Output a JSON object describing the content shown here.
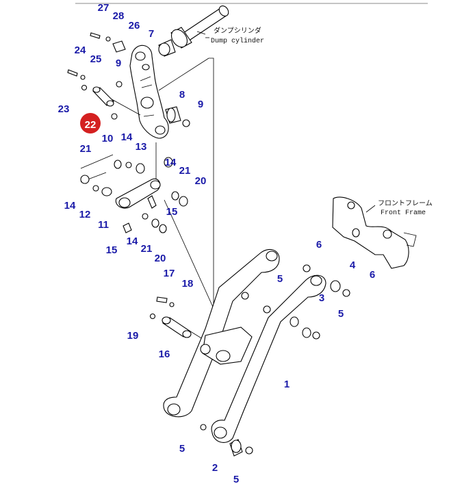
{
  "callouts": {
    "dump_cylinder_jp": "ダンプシリンダ",
    "dump_cylinder_en": "Dump cylinder",
    "front_frame_jp": "フロントフレーム",
    "front_frame_en": "Front Frame"
  },
  "part_numbers": [
    "27",
    "28",
    "26",
    "7",
    "24",
    "25",
    "9",
    "23",
    "8",
    "9",
    "22",
    "10",
    "14",
    "13",
    "21",
    "14",
    "21",
    "20",
    "14",
    "12",
    "11",
    "15",
    "15",
    "14",
    "21",
    "20",
    "6",
    "4",
    "6",
    "5",
    "17",
    "18",
    "3",
    "5",
    "19",
    "16",
    "1",
    "5",
    "2",
    "5"
  ],
  "highlighted_part": "22",
  "colors": {
    "label": "#1a1aa8",
    "highlight_fill": "#d42020",
    "highlight_text": "#ffffff",
    "line": "#000000"
  }
}
